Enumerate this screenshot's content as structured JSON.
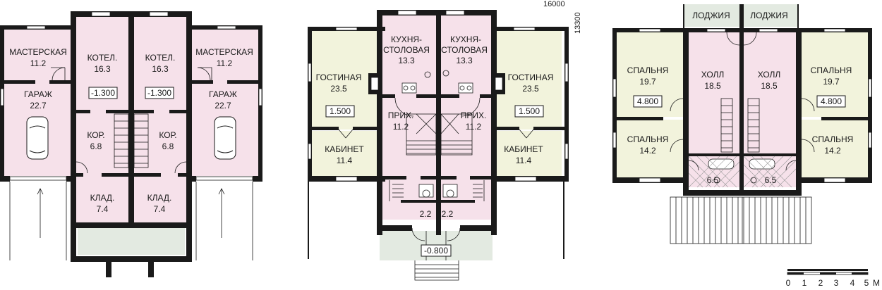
{
  "colors": {
    "wall": "#1a1a1a",
    "pink": "#f6e1ea",
    "cream": "#f2f3dc",
    "gray": "#e3eae1",
    "white": "#ffffff"
  },
  "dimensions": {
    "width": "16000",
    "depth": "13300"
  },
  "scale": {
    "ticks": [
      "0",
      "1",
      "2",
      "3",
      "4",
      "5"
    ],
    "unit": "М"
  },
  "plan1": {
    "rooms": [
      {
        "name": "МАСТЕРСКАЯ",
        "area": "11.2"
      },
      {
        "name": "ГАРАЖ",
        "area": "22.7"
      },
      {
        "name": "КОТЕЛ.",
        "area": "16.3",
        "level": "-1.300"
      },
      {
        "name": "КОР.",
        "area": "6.8"
      },
      {
        "name": "КЛАД.",
        "area": "7.4"
      },
      {
        "name": "КОТЕЛ.",
        "area": "16.3",
        "level": "-1.300"
      },
      {
        "name": "КОР.",
        "area": "6.8"
      },
      {
        "name": "КЛАД.",
        "area": "7.4"
      },
      {
        "name": "МАСТЕРСКАЯ",
        "area": "11.2"
      },
      {
        "name": "ГАРАЖ",
        "area": "22.7"
      }
    ]
  },
  "plan2": {
    "rooms": [
      {
        "name": "ГОСТИНАЯ",
        "area": "23.5",
        "level": "1.500"
      },
      {
        "name": "КАБИНЕТ",
        "area": "11.4"
      },
      {
        "name": "КУХНЯ-",
        "name2": "СТОЛОВАЯ",
        "area": "13.3"
      },
      {
        "name": "ПРИХ.",
        "area": "11.2"
      },
      {
        "name": "",
        "area": "2.2"
      },
      {
        "name": "КУХНЯ-",
        "name2": "СТОЛОВАЯ",
        "area": "13.3"
      },
      {
        "name": "ПРИХ.",
        "area": "11.2"
      },
      {
        "name": "",
        "area": "2.2"
      },
      {
        "name": "ГОСТИНАЯ",
        "area": "23.5",
        "level": "1.500"
      },
      {
        "name": "КАБИНЕТ",
        "area": "11.4"
      }
    ],
    "porch_level": "-0.800"
  },
  "plan3": {
    "loggias": [
      "ЛОДЖИЯ",
      "ЛОДЖИЯ"
    ],
    "rooms": [
      {
        "name": "СПАЛЬНЯ",
        "area": "19.7",
        "level": "4.800"
      },
      {
        "name": "СПАЛЬНЯ",
        "area": "14.2"
      },
      {
        "name": "ХОЛЛ",
        "area": "18.5"
      },
      {
        "name": "",
        "area": "6.5"
      },
      {
        "name": "ХОЛЛ",
        "area": "18.5"
      },
      {
        "name": "",
        "area": "6.5"
      },
      {
        "name": "СПАЛЬНЯ",
        "area": "19.7",
        "level": "4.800"
      },
      {
        "name": "СПАЛЬНЯ",
        "area": "14.2"
      }
    ]
  }
}
